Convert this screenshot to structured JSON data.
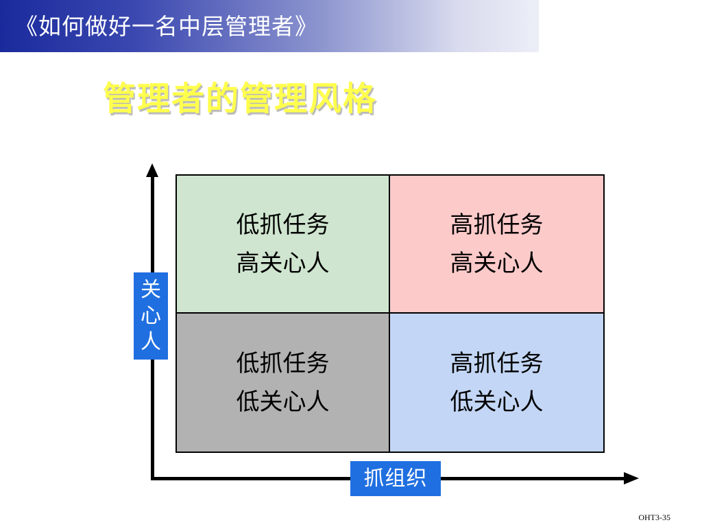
{
  "header": {
    "title": "《如何做好一名中层管理者》"
  },
  "slide": {
    "title": "管理者的管理风格"
  },
  "axes": {
    "y_label": [
      "关",
      "心",
      "人"
    ],
    "x_label": "抓组织"
  },
  "matrix": {
    "top_left": {
      "line1": "低抓任务",
      "line2": "高关心人",
      "color": "#cfe5cf"
    },
    "top_right": {
      "line1": "高抓任务",
      "line2": "高关心人",
      "color": "#fdcaca"
    },
    "bottom_left": {
      "line1": "低抓任务",
      "line2": "低关心人",
      "color": "#b2b2b2"
    },
    "bottom_right": {
      "line1": "高抓任务",
      "line2": "低关心人",
      "color": "#c3d6f5"
    }
  },
  "footer": {
    "slide_number": "OHT3-35"
  },
  "colors": {
    "header_band": "#1a2a9c",
    "title": "#ffff4d",
    "axis_label_bg": "#1f6fe0"
  }
}
